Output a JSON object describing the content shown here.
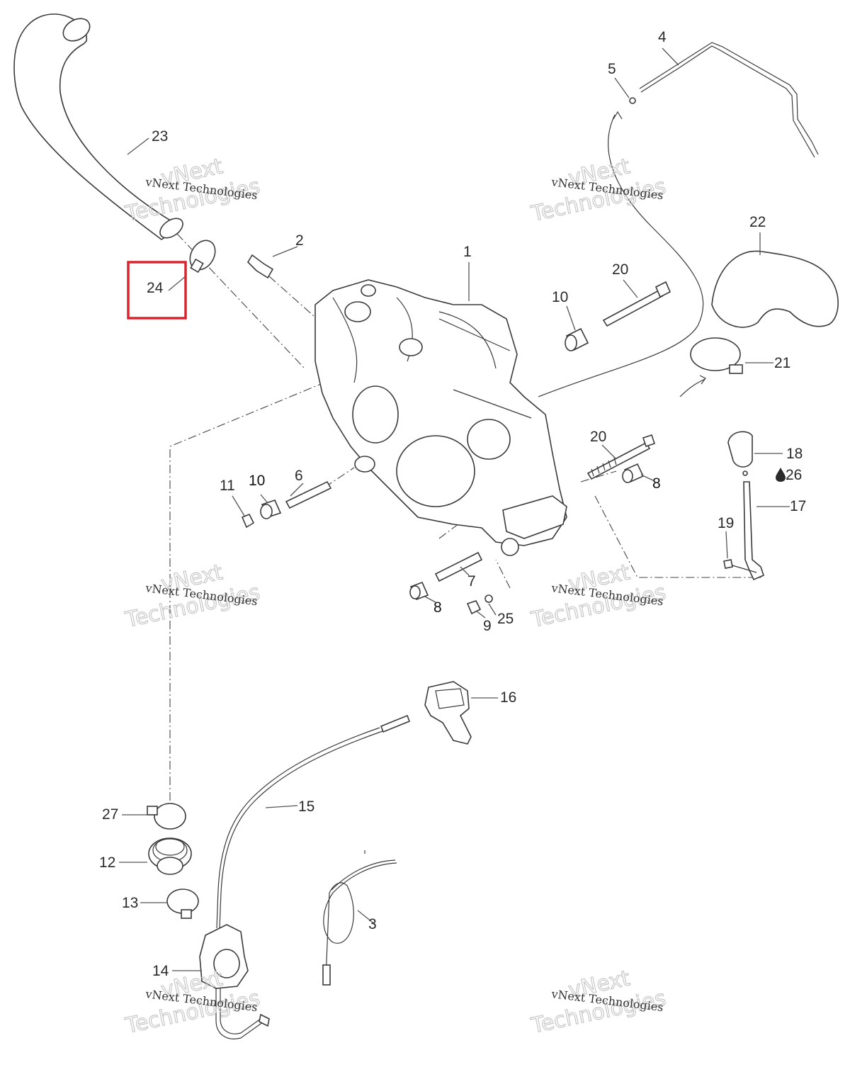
{
  "labels": {
    "l1": "1",
    "l2": "2",
    "l3": "3",
    "l4": "4",
    "l5": "5",
    "l6": "6",
    "l7": "7",
    "l8a": "8",
    "l8b": "8",
    "l9": "9",
    "l10a": "10",
    "l10b": "10",
    "l11": "11",
    "l12": "12",
    "l13": "13",
    "l14": "14",
    "l15": "15",
    "l16": "16",
    "l17": "17",
    "l18": "18",
    "l19": "19",
    "l20a": "20",
    "l20b": "20",
    "l21": "21",
    "l22": "22",
    "l23": "23",
    "l24": "24",
    "l25": "25",
    "l26": "26",
    "l27": "27"
  },
  "watermark": {
    "small": "vNext Technologies",
    "big_line1": "vNext",
    "big_line2": "Technologies"
  },
  "highlight": {
    "label": "24",
    "color": "#d9232e"
  },
  "icons": {
    "oil_drop": "drop-icon"
  }
}
